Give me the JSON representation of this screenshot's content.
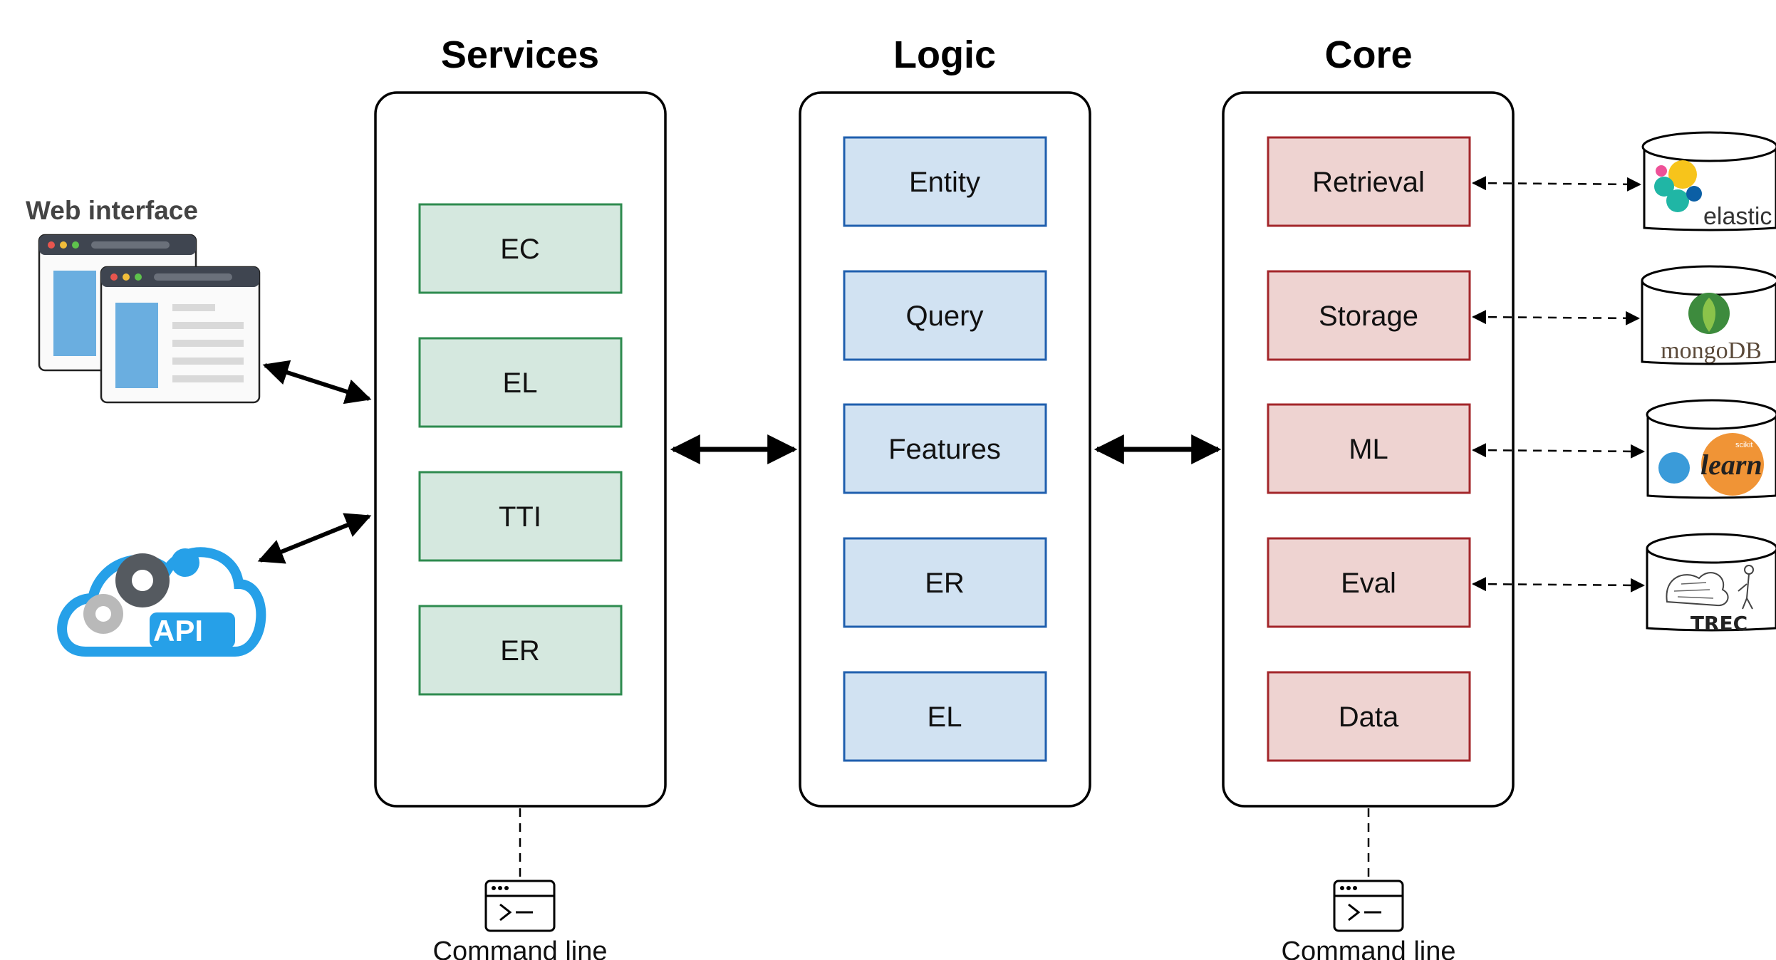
{
  "columns": {
    "services": {
      "title": "Services",
      "items": [
        "EC",
        "EL",
        "TTI",
        "ER"
      ]
    },
    "logic": {
      "title": "Logic",
      "items": [
        "Entity",
        "Query",
        "Features",
        "ER",
        "EL"
      ]
    },
    "core": {
      "title": "Core",
      "items": [
        "Retrieval",
        "Storage",
        "ML",
        "Eval",
        "Data"
      ]
    }
  },
  "clients": {
    "web_interface": "Web interface",
    "api": "API"
  },
  "command_line": {
    "services": "Command line",
    "core": "Command line"
  },
  "backends": {
    "elastic": "elastic",
    "mongodb": "mongoDB",
    "sklearn_small": "scikit",
    "sklearn": "learn",
    "trec": "TREC"
  },
  "colors": {
    "services_fill": "#d5e8df",
    "services_stroke": "#2e8b4f",
    "logic_fill": "#d1e2f2",
    "logic_stroke": "#1f5fae",
    "core_fill": "#eed3d1",
    "core_stroke": "#a3262a"
  }
}
